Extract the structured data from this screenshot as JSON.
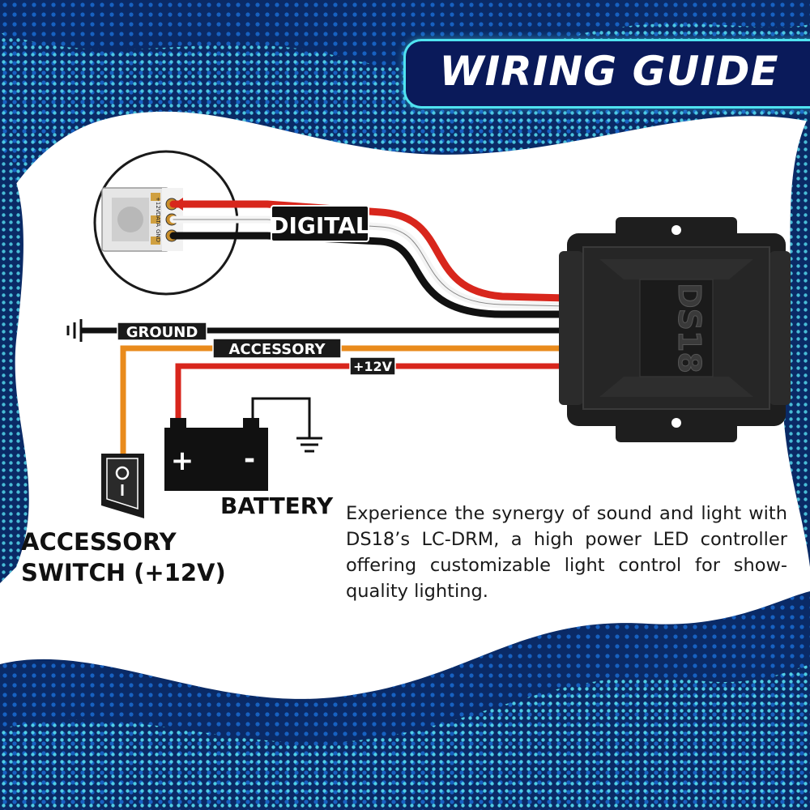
{
  "title": "WIRING GUIDE",
  "wire_labels": {
    "digital": "DIGITAL",
    "ground": "GROUND",
    "accessory": "ACCESSORY",
    "plus12v": "+12V"
  },
  "chip_pins": [
    "+12V",
    "DATA",
    "GND"
  ],
  "device_logo": "DS18",
  "battery": {
    "label": "BATTERY",
    "plus": "+",
    "minus": "-"
  },
  "switch_label": {
    "line1": "ACCESSORY",
    "line2": "SWITCH (+12V)"
  },
  "description": "Experience the synergy of sound and light with DS18’s LC-DRM, a high power LED controller offering customizable light control for show-quality lighting.",
  "colors": {
    "banner": "#0a1a5a",
    "accent": "#4fe3f0",
    "wire_red": "#d8261c",
    "wire_black": "#111111",
    "wire_white": "#f4f4f4",
    "wire_orange": "#e98b1c",
    "device": "#222222"
  },
  "icons": [
    "ground-symbol-icon",
    "battery-icon",
    "rocker-switch-icon",
    "led-chip-icon"
  ]
}
